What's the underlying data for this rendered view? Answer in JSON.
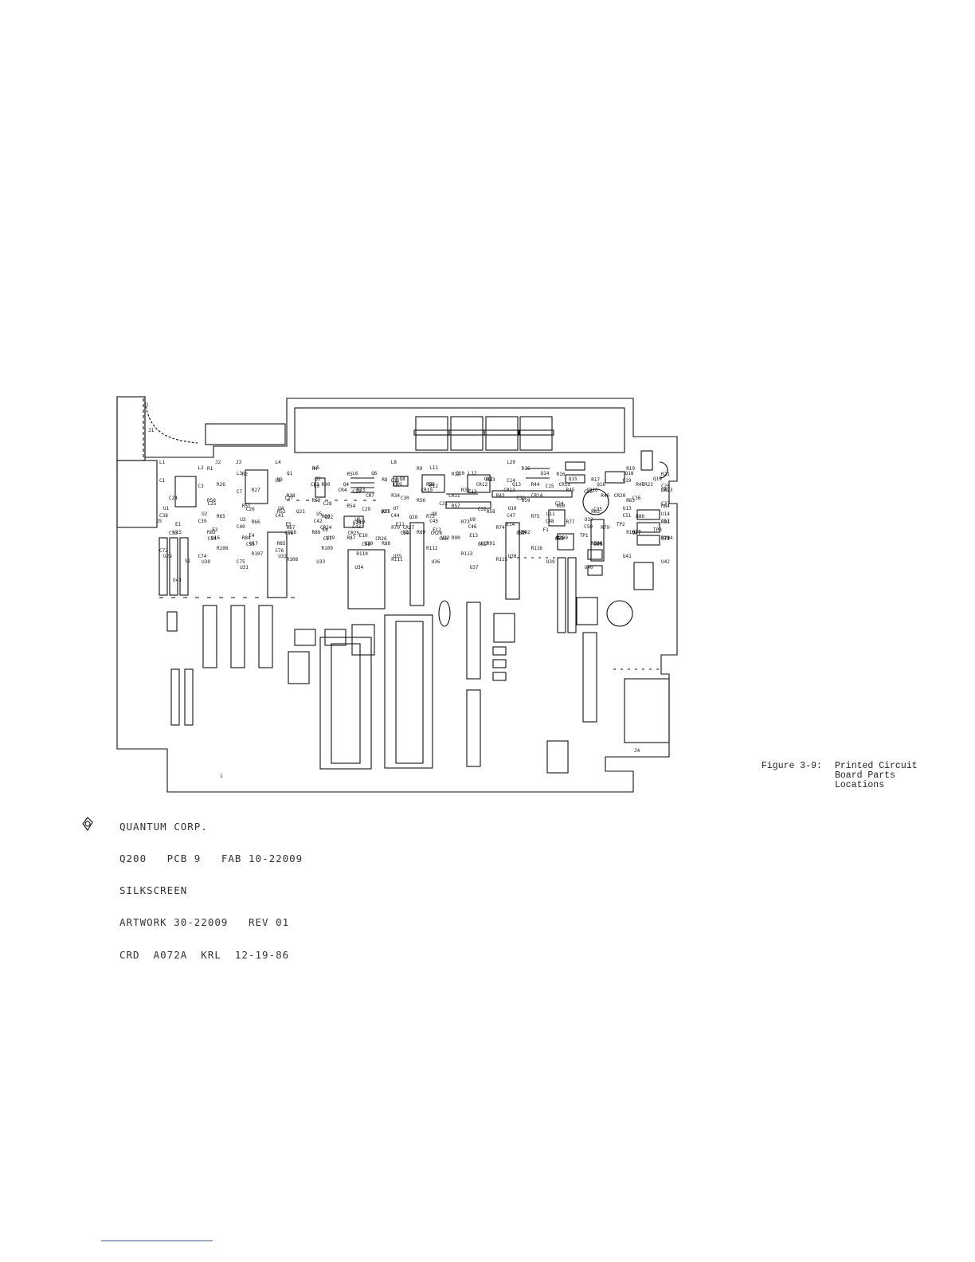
{
  "figure": {
    "caption_number": "Figure 3-9:",
    "caption_lines": [
      "Printed Circuit",
      "Board Parts",
      "Locations"
    ]
  },
  "title_block": {
    "lines": [
      "QUANTUM CORP.",
      "Q200   PCB 9   FAB 10-22009",
      "SILKSCREEN",
      "ARTWORK 30-22009   REV 01",
      "CRD  A072A  KRL  12-19-86"
    ]
  },
  "board": {
    "connectors": [
      "J1",
      "J2",
      "J3",
      "J4",
      "J5"
    ],
    "edge_pin_marks": [
      "1",
      "1"
    ],
    "ic_labels": [
      "U1",
      "U2",
      "U3",
      "U4",
      "U5",
      "U6",
      "U7",
      "U8",
      "U9",
      "U10",
      "U11",
      "U12",
      "U13",
      "U14",
      "U15",
      "U16",
      "U17",
      "U18",
      "U19",
      "U20",
      "U21",
      "U22",
      "U23",
      "U24",
      "U25",
      "U26",
      "U27",
      "U28",
      "U29",
      "U30",
      "U31",
      "U32",
      "U33",
      "U34",
      "U35",
      "U36",
      "U37",
      "U38",
      "U39",
      "U40",
      "U41",
      "U42",
      "U43"
    ],
    "transistor_labels": [
      "Q1",
      "Q3",
      "Q4",
      "Q6",
      "Q8",
      "Q9",
      "Q10",
      "Q12",
      "Q13",
      "Q14",
      "Q15",
      "Q16",
      "Q18",
      "Q19",
      "Q21",
      "Q22",
      "Q24",
      "Q27",
      "Q28"
    ],
    "inductor_labels": [
      "L1",
      "L2",
      "L3",
      "L4",
      "L5",
      "L6",
      "L8",
      "L11",
      "L12",
      "L29"
    ],
    "diode_labels": [
      "CR3",
      "CR4",
      "CR7",
      "CR9",
      "CR10",
      "CR11",
      "CR12",
      "CR13",
      "CR14",
      "CR15",
      "CR16",
      "CR20",
      "CR22",
      "CR23",
      "CR24",
      "CR25",
      "CR26",
      "CR27",
      "CR28"
    ],
    "capacitor_labels": [
      "C1",
      "C3",
      "C7",
      "C8",
      "C9",
      "C10",
      "C11",
      "C12",
      "C13",
      "C14",
      "C15",
      "C16",
      "C19",
      "C20",
      "C24",
      "C25",
      "C26",
      "C27",
      "C28",
      "C29",
      "C30",
      "C31",
      "C32",
      "C33",
      "C34",
      "C35",
      "C36",
      "C37",
      "C38",
      "C39",
      "C40",
      "C41",
      "C42",
      "C43",
      "C44",
      "C45",
      "C46",
      "C47",
      "C48",
      "C50",
      "C51",
      "C52",
      "C53",
      "C54",
      "C55",
      "C56",
      "C57",
      "C58",
      "C59",
      "C60",
      "C61",
      "C62",
      "C63",
      "C65",
      "C67",
      "C71",
      "C72",
      "C74",
      "C75",
      "C76"
    ],
    "resistor_labels": [
      "R1",
      "R2",
      "R3",
      "R4",
      "R5",
      "R8",
      "R9",
      "R12",
      "R13",
      "R15",
      "R16",
      "R17",
      "R19",
      "R21",
      "R26",
      "R27",
      "R28",
      "R30",
      "R33",
      "R34",
      "R36",
      "R38",
      "R43",
      "R44",
      "R45",
      "R46",
      "R47",
      "R49",
      "R50",
      "R51",
      "R52",
      "R53",
      "R54",
      "R55",
      "R56",
      "R57",
      "R58",
      "R59",
      "R60",
      "R62",
      "R63",
      "R64",
      "R65",
      "R66",
      "R67",
      "R68",
      "R69",
      "R70",
      "R72",
      "R73",
      "R74",
      "R75",
      "R77",
      "R79",
      "R80",
      "R81",
      "R82",
      "R84",
      "R85",
      "R86",
      "R87",
      "R88",
      "R89",
      "R90",
      "R91",
      "R92",
      "R100",
      "R101",
      "R102",
      "R104",
      "R106",
      "R107",
      "R108",
      "R109",
      "R110",
      "R111",
      "R112",
      "R113",
      "R115",
      "R116"
    ],
    "misc_labels": [
      "E1",
      "E3",
      "E4",
      "E5",
      "E6",
      "E10",
      "E11",
      "E12",
      "E13",
      "E14",
      "F1",
      "TP1",
      "TP2",
      "TP3",
      "S1"
    ]
  }
}
